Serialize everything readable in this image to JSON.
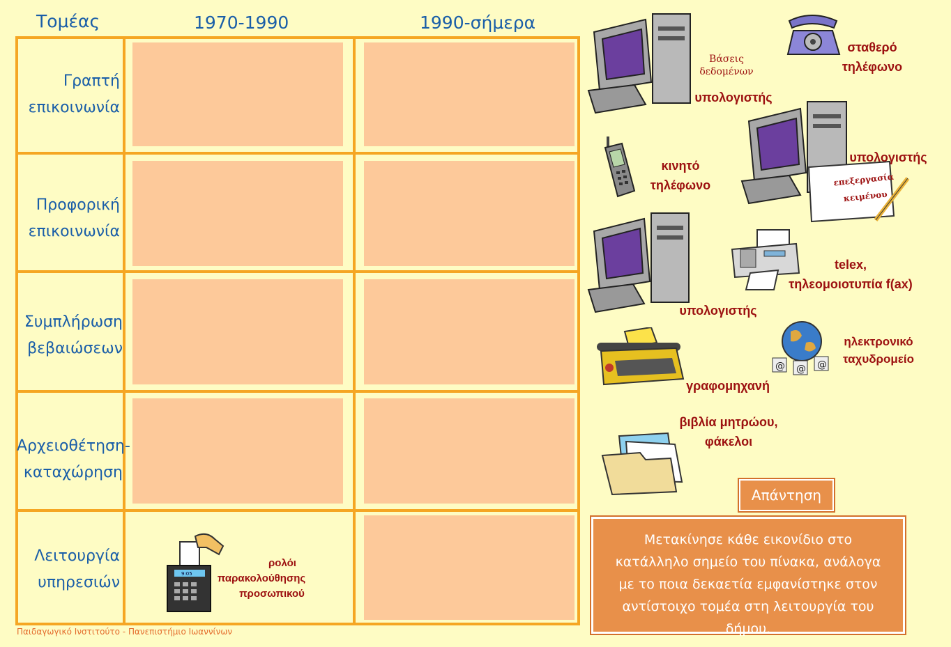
{
  "headers": {
    "sector": "Τομέας",
    "period1": "1970-1990",
    "period2": "1990-σήμερα"
  },
  "rows": [
    {
      "label_line1": "Γραπτή",
      "label_line2": "επικοινωνία"
    },
    {
      "label_line1": "Προφορική",
      "label_line2": "επικοινωνία"
    },
    {
      "label_line1": "Συμπλήρωση",
      "label_line2": "βεβαιώσεων"
    },
    {
      "label_line1": "Αρχειοθέτηση-",
      "label_line2": "καταχώρηση"
    },
    {
      "label_line1": "Λειτουργία",
      "label_line2": "υπηρεσιών"
    }
  ],
  "placed_item": {
    "line1": "ρολόι",
    "line2": "παρακολούθησης",
    "line3": "προσωπικού",
    "clock_text": "9:05"
  },
  "items": {
    "computer_db": {
      "handwritten1": "Βάσεις",
      "handwritten2": "δεδομένων",
      "label": "υπολογιστής"
    },
    "landline": {
      "line1": "σταθερό",
      "line2": "τηλέφωνο"
    },
    "mobile": {
      "line1": "κινητό",
      "line2": "τηλέφωνο"
    },
    "computer_wp": {
      "label": "υπολογιστής",
      "handwritten1": "επεξεργασία",
      "handwritten2": "κειμένου"
    },
    "computer": {
      "label": "υπολογιστής"
    },
    "fax": {
      "line1": "telex,",
      "line2": "τηλεομοιοτυπία f(ax)"
    },
    "typewriter": {
      "label": "γραφομηχανή"
    },
    "email": {
      "line1": "ηλεκτρονικό",
      "line2": "ταχυδρομείο",
      "at": "@"
    },
    "folders": {
      "line1": "βιβλία μητρώου,",
      "line2": "φάκελοι"
    }
  },
  "answer_button": "Απάντηση",
  "instructions": "Μετακίνησε κάθε εικονίδιο στο κατάλληλο σημείο του πίνακα, ανάλογα με το ποια δεκαετία εμφανίστηκε στον αντίστοιχο τομέα στη λειτουργία του δήμου.",
  "footer": "Παιδαγωγικό Ινστιτούτο - Πανεπιστήμιο Ιωαννίνων",
  "colors": {
    "background": "#fefcc4",
    "grid": "#f5a623",
    "cell": "#fdc99a",
    "label": "#1a5ea8",
    "caption": "#9c1010",
    "panel": "#e8904a"
  }
}
